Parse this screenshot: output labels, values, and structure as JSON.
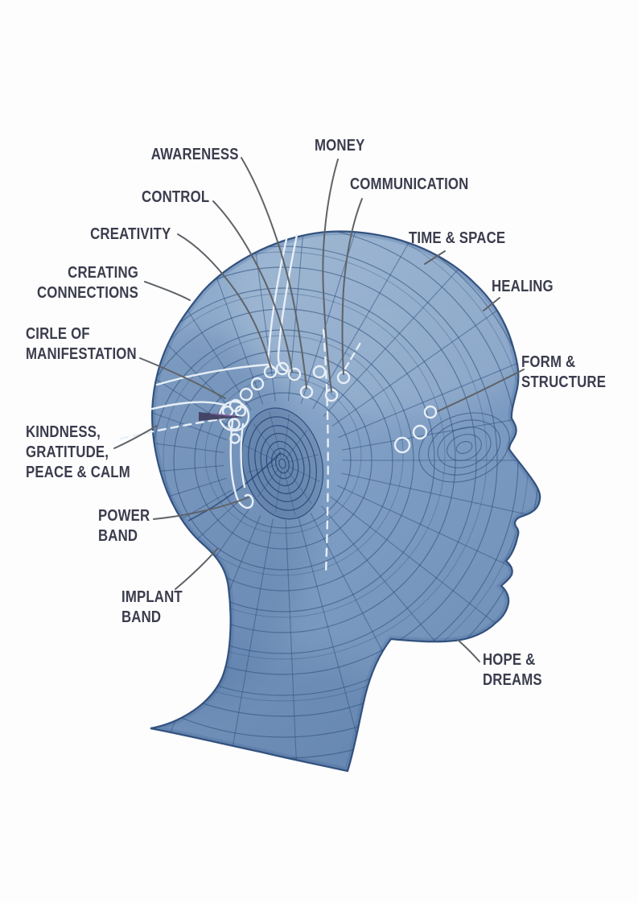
{
  "figure": {
    "kind": "annotated-diagram",
    "subject": "3D wireframe human head in profile with labeled energy bands and implant points"
  },
  "colors": {
    "background": "#fdfdfd",
    "head_light": "#93afce",
    "head_mid": "#7e9dc3",
    "head_dark": "#6d8db6",
    "mesh": "#31527e",
    "outline": "#2c4c7a",
    "annotation_white": "#e7eff7",
    "leader_gray": "#5f6368",
    "label_text": "#3b3d4e",
    "needle_dark": "#3f3c5e",
    "needle_purple": "#8a62a0"
  },
  "labels": [
    {
      "id": "awareness",
      "lines": [
        "AWARENESS"
      ]
    },
    {
      "id": "money",
      "lines": [
        "MONEY"
      ]
    },
    {
      "id": "control",
      "lines": [
        "CONTROL"
      ]
    },
    {
      "id": "communication",
      "lines": [
        "COMMUNICATION"
      ]
    },
    {
      "id": "creativity",
      "lines": [
        "CREATIVITY"
      ]
    },
    {
      "id": "time-space",
      "lines": [
        "TIME & SPACE"
      ]
    },
    {
      "id": "creating-connections",
      "lines": [
        "CREATING",
        "CONNECTIONS"
      ]
    },
    {
      "id": "healing",
      "lines": [
        "HEALING"
      ]
    },
    {
      "id": "circle-of-manifestation",
      "lines": [
        "CIRLE OF",
        "MANIFESTATION"
      ]
    },
    {
      "id": "form-structure",
      "lines": [
        "FORM &",
        "STRUCTURE"
      ]
    },
    {
      "id": "kindness",
      "lines": [
        "KINDNESS,",
        "GRATITUDE,",
        "PEACE & CALM"
      ]
    },
    {
      "id": "power-band",
      "lines": [
        "POWER",
        "BAND"
      ]
    },
    {
      "id": "implant-band",
      "lines": [
        "IMPLANT",
        "BAND"
      ]
    },
    {
      "id": "hope-dreams",
      "lines": [
        "HOPE &",
        "DREAMS"
      ]
    }
  ]
}
